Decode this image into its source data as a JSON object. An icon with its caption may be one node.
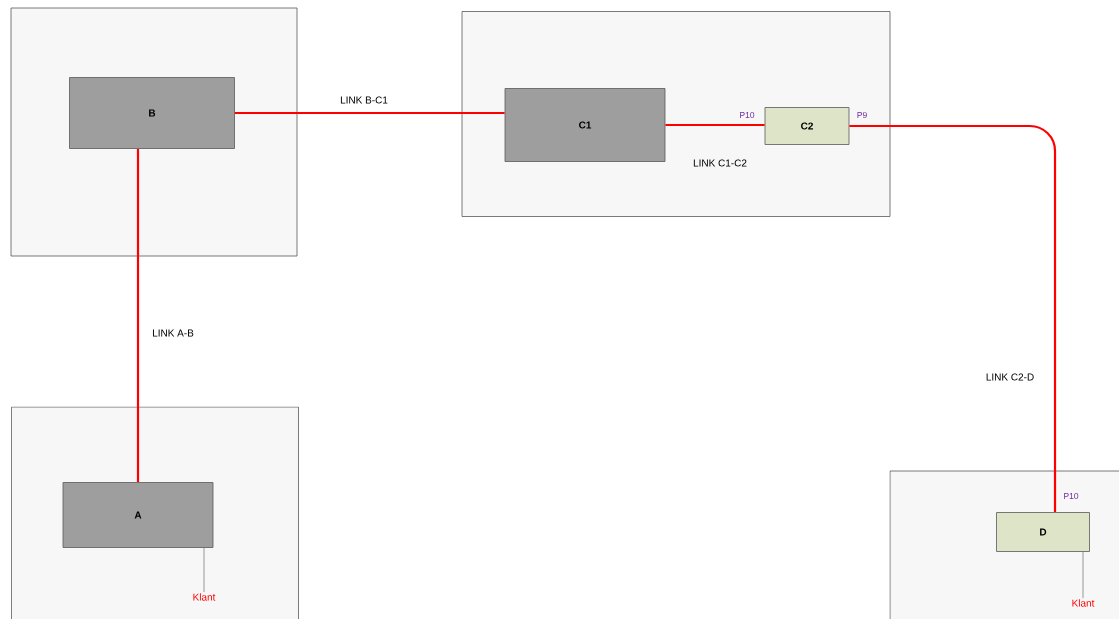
{
  "diagram": {
    "nodes": [
      {
        "text": [],
        "shape": "box"
      },
      {
        "text": [
          "B"
        ],
        "in": 0
      },
      {
        "text": [],
        "shape": "box"
      },
      {
        "text": [
          "C1"
        ],
        "in": 2
      },
      {
        "text": [
          "C2"
        ],
        "in": 2
      },
      {
        "text": [],
        "shape": "box"
      },
      {
        "text": [
          "A"
        ],
        "in": 5
      },
      {
        "text": [
          "Klant"
        ],
        "in": 5
      },
      {
        "text": [],
        "shape": "box"
      },
      {
        "text": [
          "D"
        ],
        "in": 8
      },
      {
        "text": [
          "Klant"
        ],
        "in": 8
      }
    ],
    "edges": [
      {
        "from": 6,
        "to": 1,
        "arrow": "none",
        "label": "LINK A-B"
      },
      {
        "from": 1,
        "to": 3,
        "arrow": "none",
        "label": "LINK B-C1"
      },
      {
        "from": 3,
        "to": 4,
        "arrow": "none",
        "label": "LINK C1-C2"
      },
      {
        "from": 4,
        "to": 9,
        "arrow": "none",
        "label": "LINK C2-D"
      },
      {
        "from": 7,
        "to": 6,
        "arrow": "none",
        "color": "#595959"
      },
      {
        "from": 10,
        "to": 9,
        "arrow": "none",
        "color": "#595959"
      }
    ],
    "labels": [
      "P10",
      "P9",
      "P10"
    ]
  }
}
